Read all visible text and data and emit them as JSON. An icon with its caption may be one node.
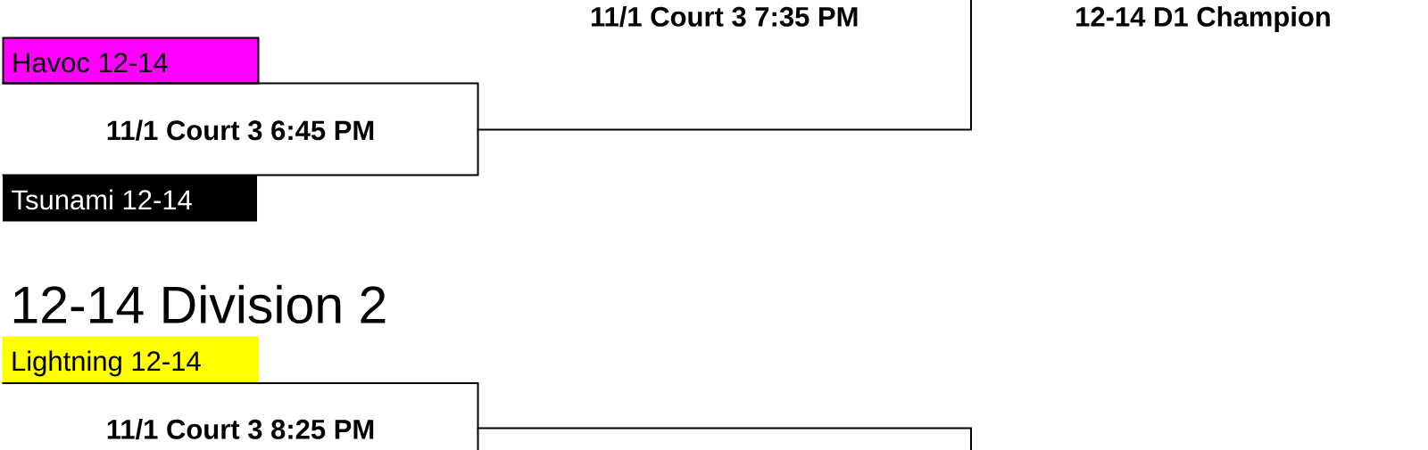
{
  "diagram": {
    "nodes": [
      {
        "text": [
          "11/1 Court 3 7:35 PM"
        ]
      },
      {
        "text": [
          "Havoc 12-14"
        ]
      },
      {
        "text": [
          "11/1 Court 3 6:45 PM"
        ]
      },
      {
        "text": [
          "Tsunami 12-14"
        ]
      },
      {
        "text": [
          "Lightning 12-14"
        ]
      },
      {
        "text": [
          "11/1 Court 3 8:25 PM"
        ]
      },
      {
        "text": [],
        "shape": "box"
      }
    ],
    "labels": [
      "12-14 D1 Champion",
      "12-14 Division 2"
    ]
  }
}
